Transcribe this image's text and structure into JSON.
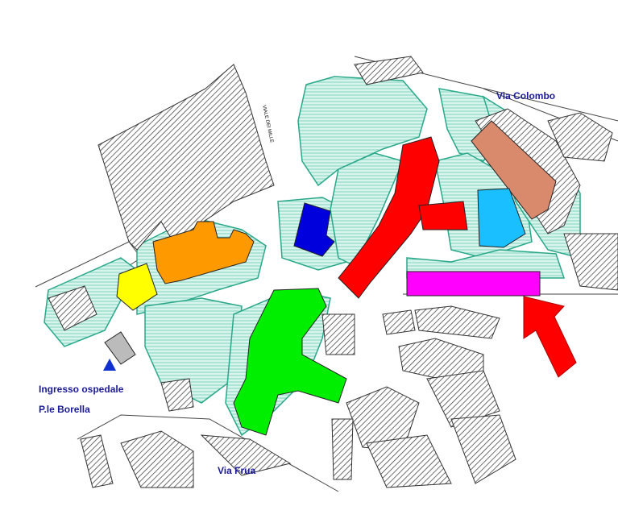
{
  "map": {
    "labels": {
      "via_colombo": "Via Colombo",
      "ingresso": "Ingresso ospedale",
      "borella": "P.le Borella",
      "via_frua": "Via Frua",
      "small_road": "VIALE DEI MILLE"
    },
    "colors": {
      "label_text": "#1a1a99",
      "green_area_fill": "#d8f4ec",
      "green_area_stroke": "#2aa88a",
      "hatch": "#333333",
      "red_building": "#ff0000",
      "blue_building": "#0000dd",
      "cyan_building": "#19bfff",
      "brown_building": "#d9896c",
      "orange_building": "#ff9900",
      "yellow_building": "#ffff00",
      "green_building": "#00ee00",
      "magenta_building": "#ff00ff",
      "gray_building": "#bbbbbb",
      "entrance_marker": "#1030d0",
      "arrow": "#ff0000"
    },
    "markers": {
      "entrance": "triangle-marker",
      "target": "arrow-marker"
    }
  }
}
